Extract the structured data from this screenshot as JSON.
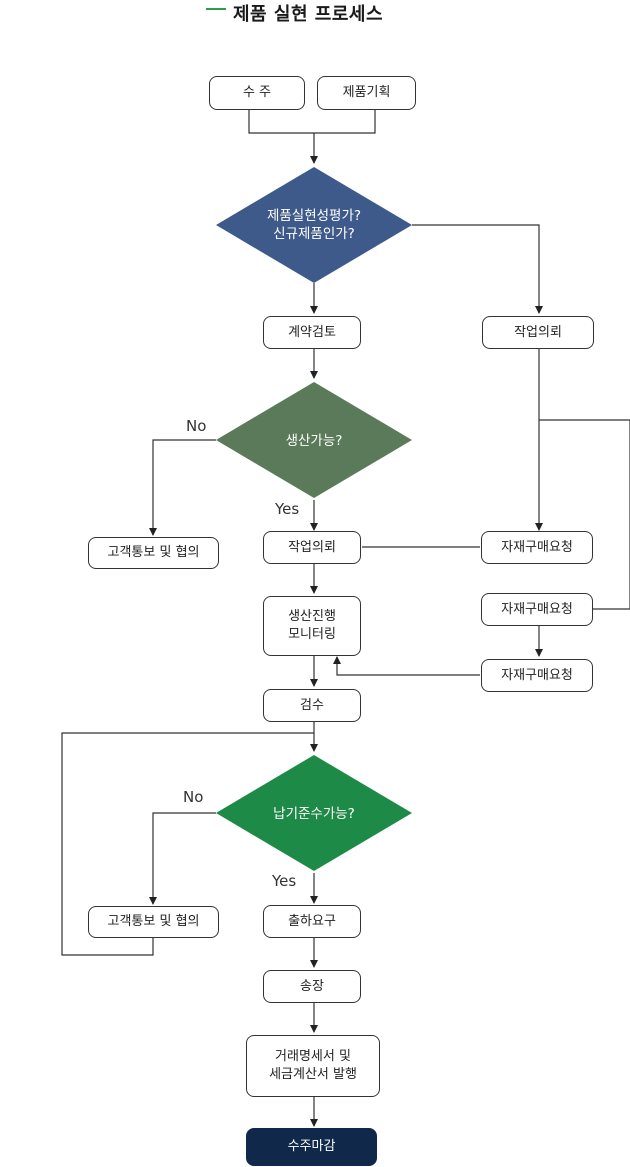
{
  "title": "제품 실현 프로세스",
  "nodes": {
    "order": "수 주",
    "planning": "제품기획",
    "decision1": "제품실현성평가?\n신규제품인가?",
    "contract_review": "계약검토",
    "work_request_top": "작업의뢰",
    "decision2": "생산가능?",
    "notify1": "고객통보 및 협의",
    "work_request_mid": "작업의뢰",
    "material_req1": "자재구매요청",
    "monitoring": "생산진행\n모니터링",
    "material_req2": "자재구매요청",
    "material_req3": "자재구매요청",
    "inspection": "검수",
    "decision3": "납기준수가능?",
    "notify2": "고객통보 및 협의",
    "shipment": "출하요구",
    "invoice": "송장",
    "statement": "거래명세서 및\n세금계산서 발행",
    "close": "수주마감"
  },
  "labels": {
    "no1": "No",
    "yes1": "Yes",
    "no2": "No",
    "yes2": "Yes"
  },
  "colors": {
    "accent": "#2e9a52",
    "decision1": "#3e5a8a",
    "decision2": "#5a7a5a",
    "decision3": "#1e8a48",
    "final_box": "#10294a"
  }
}
